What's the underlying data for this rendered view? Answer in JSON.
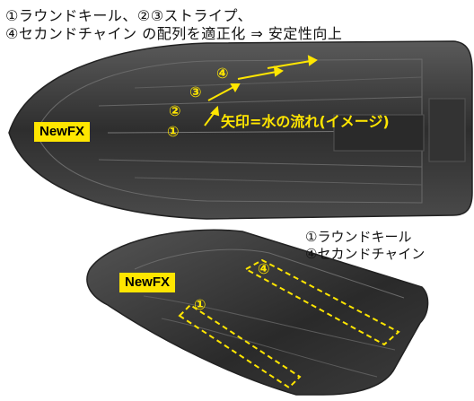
{
  "header": {
    "line1": "①ラウンドキール、②③ストライプ、",
    "line2": "④セカンドチャイン の配列を適正化 ⇒ 安定性向上"
  },
  "top_hull": {
    "tag": "NewFX",
    "arrow_caption": "矢印=水の流れ(イメージ)",
    "markers": [
      "①",
      "②",
      "③",
      "④"
    ]
  },
  "bottom_hull": {
    "tag": "NewFX",
    "markers": [
      "①",
      "④"
    ]
  },
  "legend_note": {
    "line1": "①ラウンドキール",
    "line2": "④セカンドチャイン"
  },
  "colors": {
    "highlight": "#ffe600",
    "hull": "#3a3a3a"
  }
}
